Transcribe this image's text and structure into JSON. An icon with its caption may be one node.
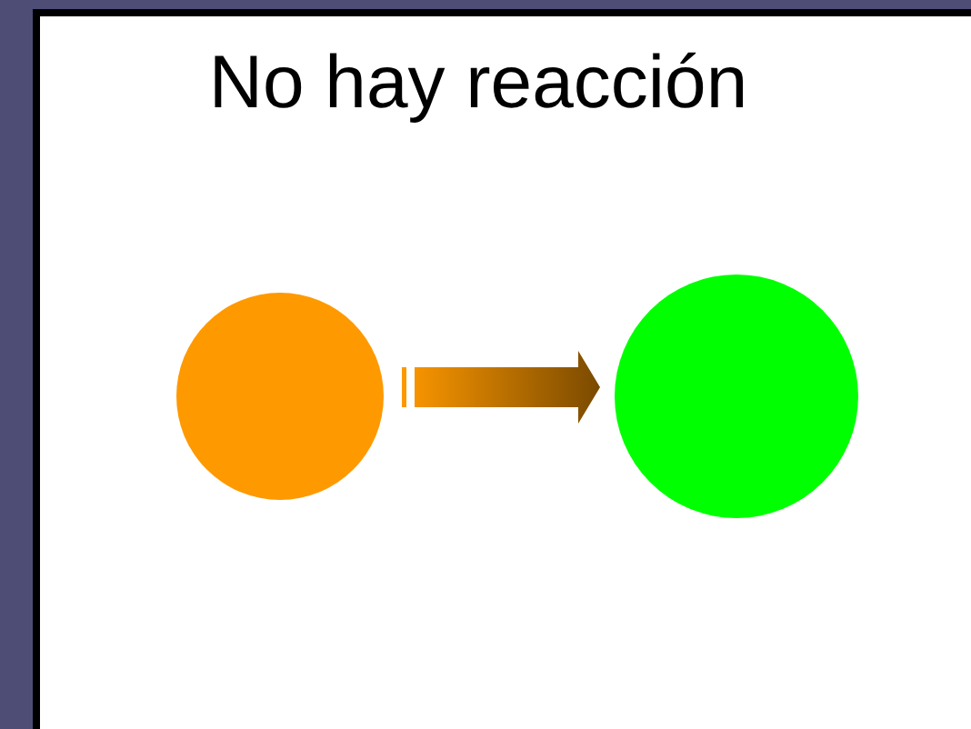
{
  "diagram": {
    "title": "No hay reacción",
    "nodes": [
      {
        "text": [],
        "shape": "circle"
      },
      {
        "text": [],
        "shape": "circle"
      }
    ],
    "edges": [
      {
        "from": 0,
        "to": 1,
        "arrow": "to"
      }
    ]
  }
}
